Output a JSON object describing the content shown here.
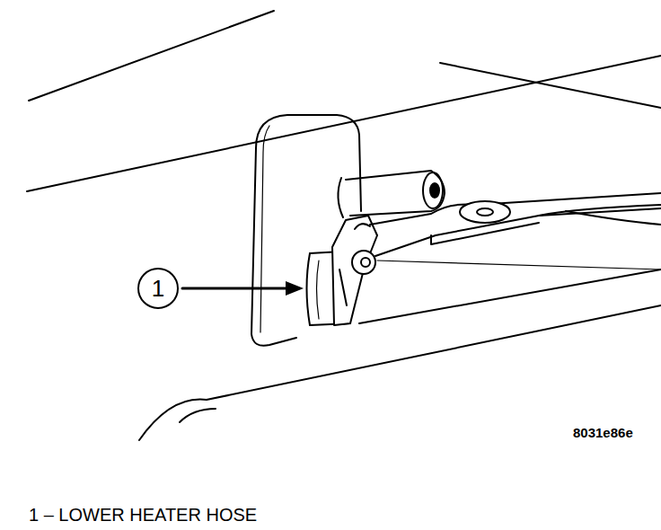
{
  "diagram": {
    "nodes": [
      {
        "text": [
          "1"
        ]
      }
    ],
    "labels": [
      "8031e86e",
      "1 – LOWER HEATER HOSE"
    ]
  }
}
